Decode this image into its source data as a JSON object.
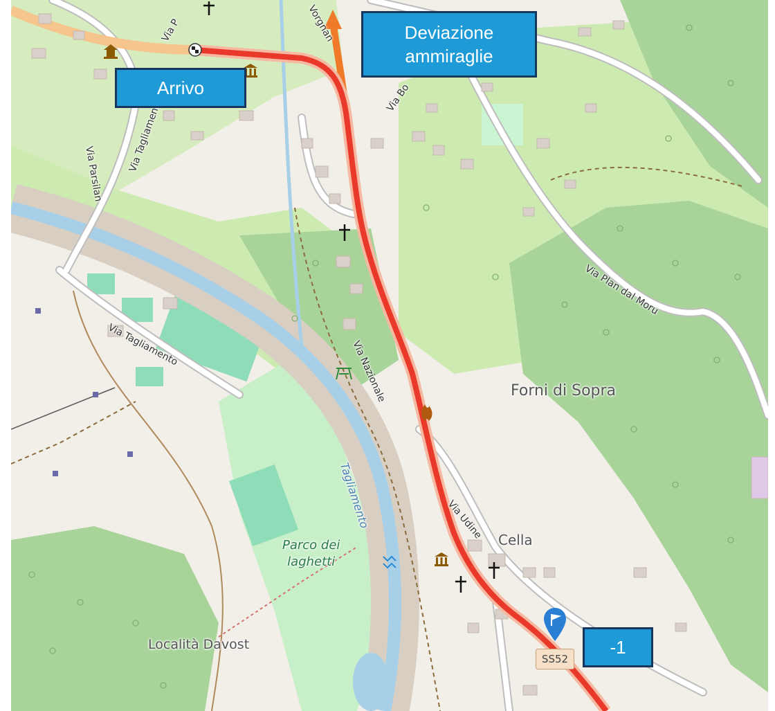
{
  "callouts": {
    "finish": "Arrivo",
    "deviation": "Deviazione\nammiraglie",
    "km_marker": "-1"
  },
  "streets": {
    "via_nazionale": "Via Nazionale",
    "via_tagliamento_top": "Via Tagliamento",
    "via_tagliamento_mid": "Via Tagliamento",
    "via_parsilan": "Via Parsilan",
    "via_plan_dal_moru": "Via Plan dal Moru",
    "via_udine": "Via Udine",
    "via_bo": "Via Bo",
    "via_p": "Via P",
    "vorgnan": "Vorgnan"
  },
  "places": {
    "forni": "Forni di Sopra",
    "cella": "Cella",
    "davost": "Località Davost",
    "parco": "Parco dei\nlaghetti",
    "river": "Tagliamento"
  },
  "road_shield": "SS52",
  "colors": {
    "route": "#e8392b",
    "deviation": "#f07a2a",
    "callout_fill": "#1e9bd7",
    "callout_border": "#17365d",
    "forest": "#a8d49a",
    "meadow": "#cdebb0",
    "river": "#a8cfe8",
    "marker": "#2a7fd4"
  },
  "icons": [
    "finish-flag-icon",
    "marker-pin-icon",
    "church-icon",
    "museum-icon",
    "picnic-icon",
    "fire-icon",
    "water-icon",
    "shrine-icon"
  ]
}
